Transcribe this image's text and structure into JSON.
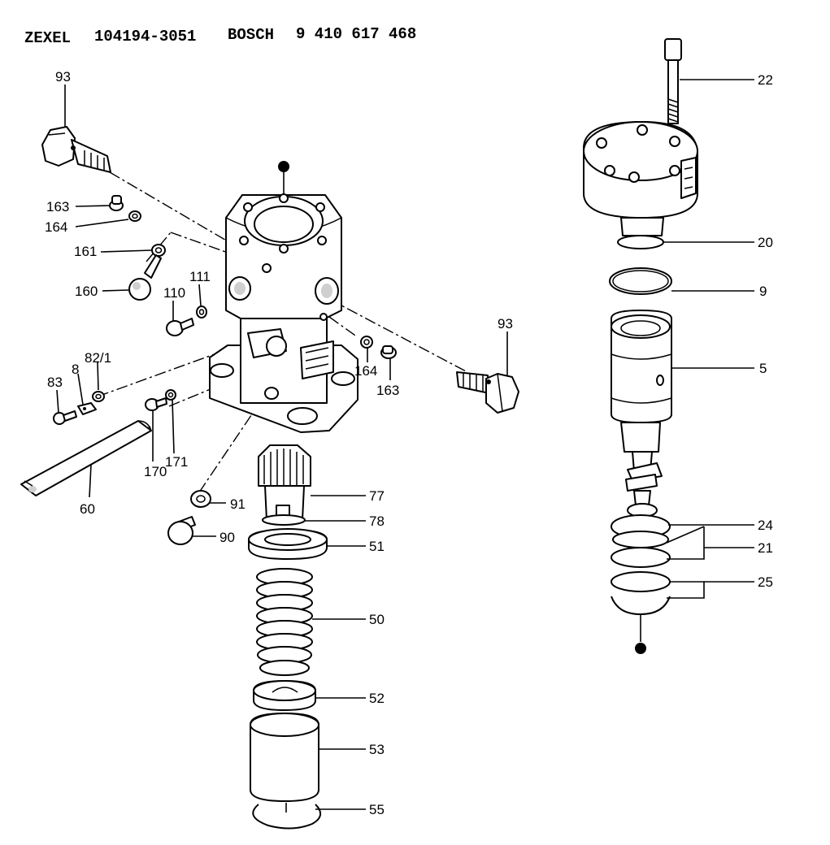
{
  "header": {
    "brand": "ZEXEL",
    "zexel_number": "104194-3051",
    "oem_brand": "BOSCH",
    "oem_number": "9 410 617 468"
  },
  "part_labels": {
    "p93_top": "93",
    "p163_left": "163",
    "p164_left": "164",
    "p161": "161",
    "p160": "160",
    "p110": "110",
    "p111": "111",
    "p82_1": "82/1",
    "p8": "8",
    "p83": "83",
    "p170": "170",
    "p171": "171",
    "p60": "60",
    "p164_right": "164",
    "p163_right": "163",
    "p93_right": "93",
    "p77": "77",
    "p78": "78",
    "p91": "91",
    "p90": "90",
    "p51": "51",
    "p50": "50",
    "p52": "52",
    "p53": "53",
    "p55": "55",
    "p22": "22",
    "p20": "20",
    "p9": "9",
    "p5": "5",
    "p24": "24",
    "p21": "21",
    "p25": "25"
  }
}
